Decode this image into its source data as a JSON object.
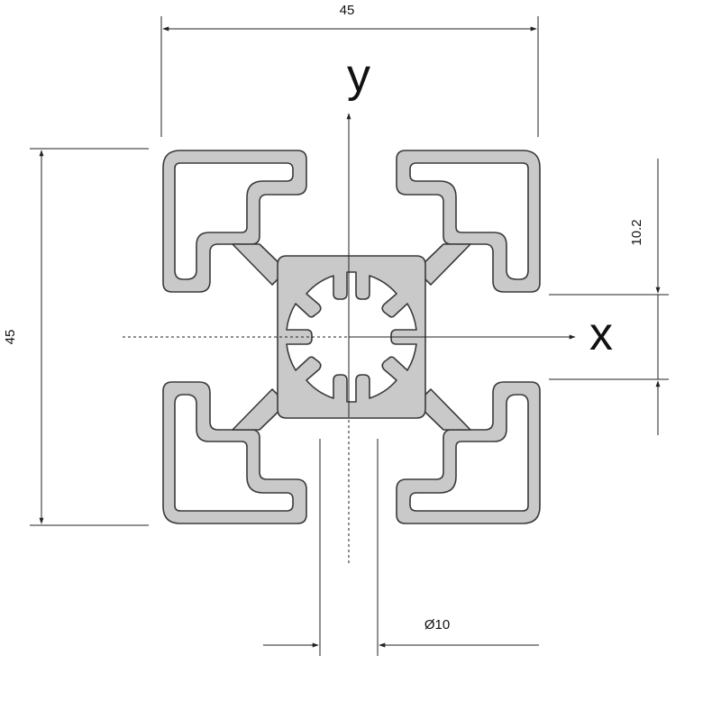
{
  "dimensions": {
    "width_label": "45",
    "height_label": "45",
    "slot_label": "10.2",
    "bore_label": "Ø10"
  },
  "axes": {
    "y_label": "y",
    "x_label": "x"
  },
  "colors": {
    "profile_fill": "#c9c9c9",
    "profile_outline": "#3a3a3a",
    "line": "#222222",
    "background": "#ffffff"
  }
}
